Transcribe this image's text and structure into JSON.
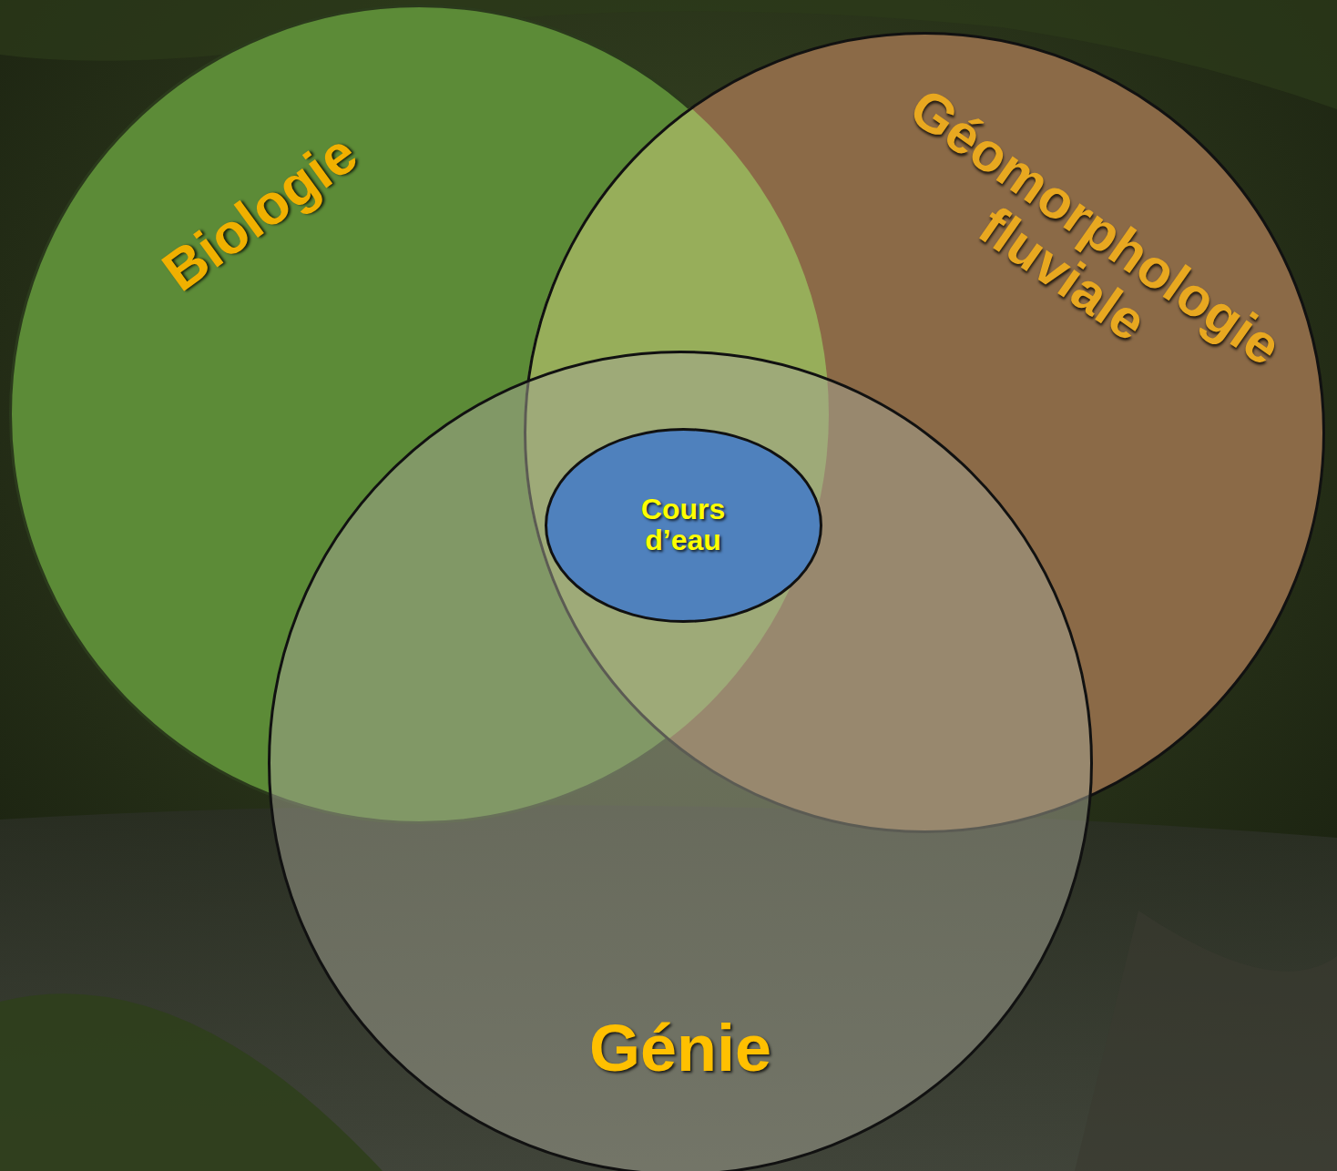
{
  "diagram": {
    "nodes": [
      {
        "text": [
          "Biologie"
        ]
      },
      {
        "text": [
          "Géomorphologie fluviale"
        ]
      },
      {
        "text": [
          "Génie"
        ]
      },
      {
        "text": [
          "Cours d’eau"
        ],
        "in": 2
      }
    ]
  }
}
